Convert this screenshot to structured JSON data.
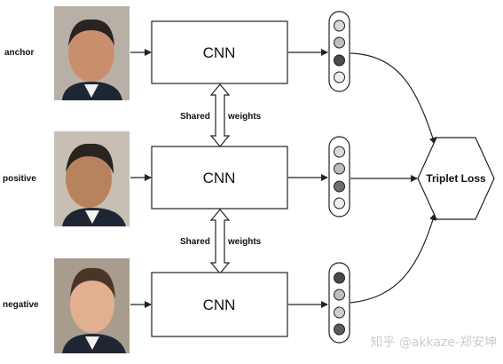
{
  "inputs": [
    {
      "label": "anchor",
      "cnn": "CNN",
      "dots": [
        "#d9d9d9",
        "#bdbdbd",
        "#4a4a4a",
        "#ededed"
      ]
    },
    {
      "label": "positive",
      "cnn": "CNN",
      "dots": [
        "#d9d9d9",
        "#bdbdbd",
        "#6e6e6e",
        "#ededed"
      ]
    },
    {
      "label": "negative",
      "cnn": "CNN",
      "dots": [
        "#4a4a4a",
        "#bdbdbd",
        "#cfcfcf",
        "#5a5a5a"
      ]
    }
  ],
  "shared_labels": [
    {
      "left": "Shared",
      "right": "weights"
    },
    {
      "left": "Shared",
      "right": "weights"
    }
  ],
  "loss_label": "Triplet Loss",
  "watermark": "知乎 @akkaze-郑安坤",
  "colors": {
    "stroke": "#222222",
    "skin": "#c98f6c",
    "hair": "#2a2420",
    "suit": "#1f2633"
  }
}
